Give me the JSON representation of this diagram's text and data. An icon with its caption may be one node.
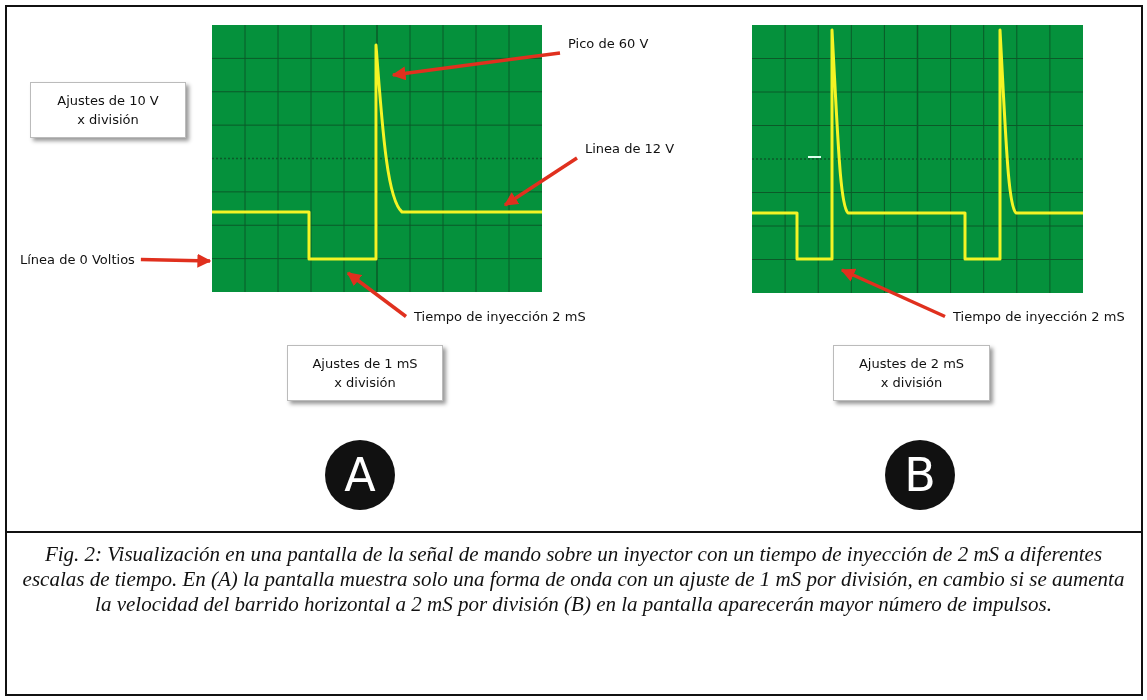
{
  "diagram": {
    "caption": "Fig. 2: Visualización en una pantalla de la señal de mando sobre un inyector con un tiempo de inyección de 2 mS a diferentes escalas de tiempo. En (A)  la pantalla muestra solo una forma de onda con un ajuste de 1 mS por división,  en cambio si se aumenta la velocidad del barrido horizontal a 2 mS  por división (B) en la pantalla aparecerán mayor número de impulsos.",
    "nodes": [
      {
        "text": [
          "Ajustes de 10 V x división"
        ]
      },
      {
        "text": [],
        "shape": "picture"
      },
      {
        "text": [
          "Pico de 60 V"
        ]
      },
      {
        "text": [
          "Linea de 12 V"
        ]
      },
      {
        "text": [
          "Línea de 0 Voltios"
        ]
      },
      {
        "text": [
          "Tiempo de inyección 2 mS"
        ]
      },
      {
        "text": [],
        "shape": "picture"
      },
      {
        "text": [
          "Tiempo de inyección 2 mS"
        ]
      },
      {
        "text": [
          "Ajustes de 1 mS x división"
        ]
      },
      {
        "text": [
          "Ajustes de 2 mS x división"
        ]
      },
      {
        "text": [
          "A"
        ]
      },
      {
        "text": [
          "B"
        ]
      }
    ],
    "edges": [
      {
        "from": 2,
        "to": 1,
        "arrow": "to"
      },
      {
        "from": 3,
        "to": 1,
        "arrow": "to"
      },
      {
        "from": 4,
        "to": 1,
        "arrow": "to"
      },
      {
        "from": 5,
        "to": 1,
        "arrow": "to"
      },
      {
        "from": 7,
        "to": 6,
        "arrow": "to"
      }
    ]
  }
}
